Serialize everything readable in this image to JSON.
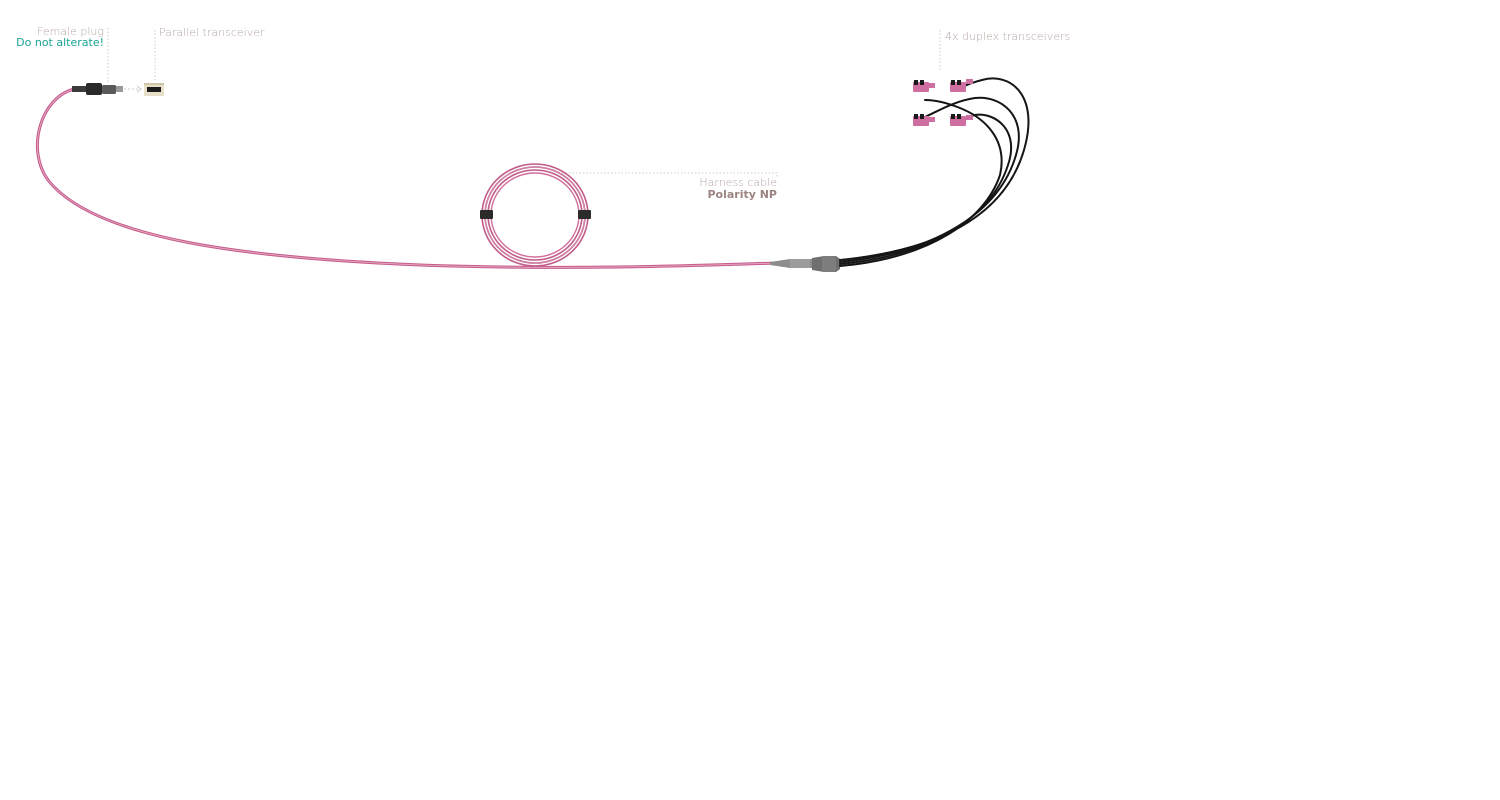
{
  "labels": {
    "female_plug": "Female plug",
    "do_not_alterate": "Do not alterate!",
    "parallel_transceiver": "Parallel transceiver",
    "duplex_transceivers": "4x duplex transceivers",
    "harness_cable": "Harness cable",
    "polarity": "Polarity NP"
  },
  "colors": {
    "cable": "#c25b8a",
    "cable_highlight": "#e8a4c2",
    "fan_out": "#151515",
    "duplex_connector": "#cf6ea0",
    "leader_line": "#cccccc",
    "label_text": "#b5a6a4",
    "warning_text": "#1aa394",
    "polarity_text": "#9c8481"
  },
  "icons": {
    "female_plug": "mpo-female-plug-icon",
    "parallel_transceiver": "parallel-transceiver-icon",
    "duplex_connector": "lc-duplex-connector-icon",
    "cable_tie": "cable-tie-icon",
    "breakout_boot": "breakout-boot-icon"
  }
}
